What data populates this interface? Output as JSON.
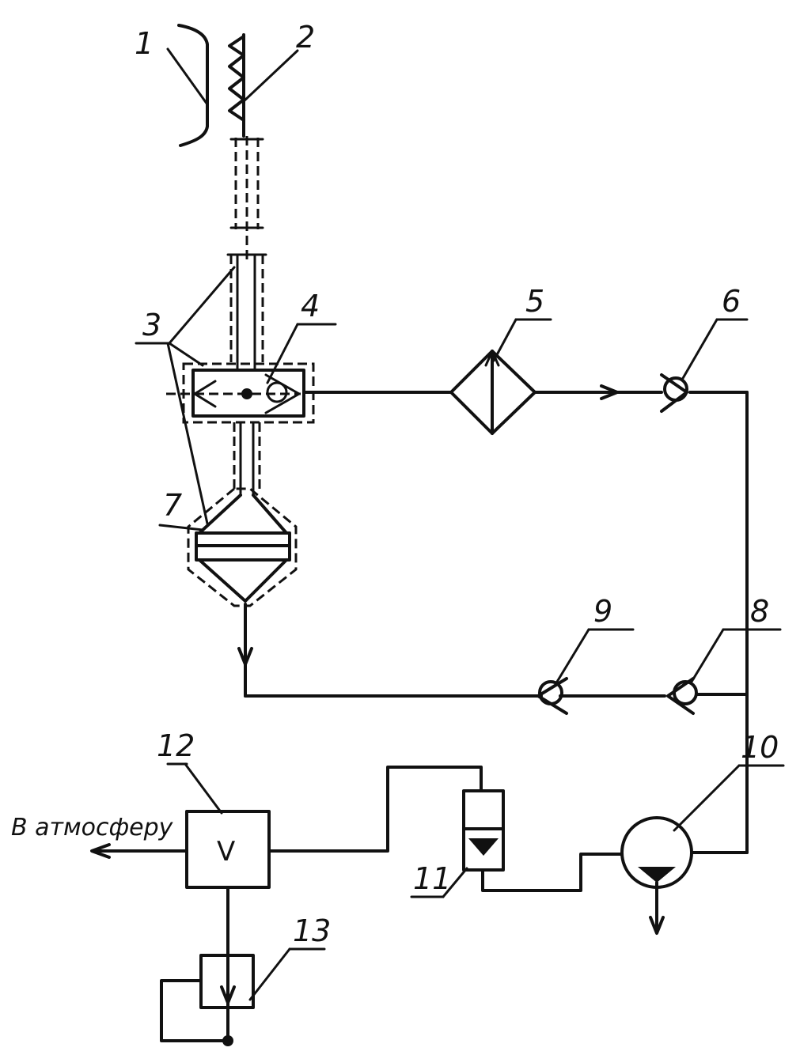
{
  "labels": {
    "n1": "1",
    "n2": "2",
    "n3": "3",
    "n4": "4",
    "n5": "5",
    "n6": "6",
    "n7": "7",
    "n8": "8",
    "n9": "9",
    "n10": "10",
    "n11": "11",
    "n12": "12",
    "n13": "13"
  },
  "valve_symbol": "V",
  "atmosphere_label": "В атмосферу"
}
